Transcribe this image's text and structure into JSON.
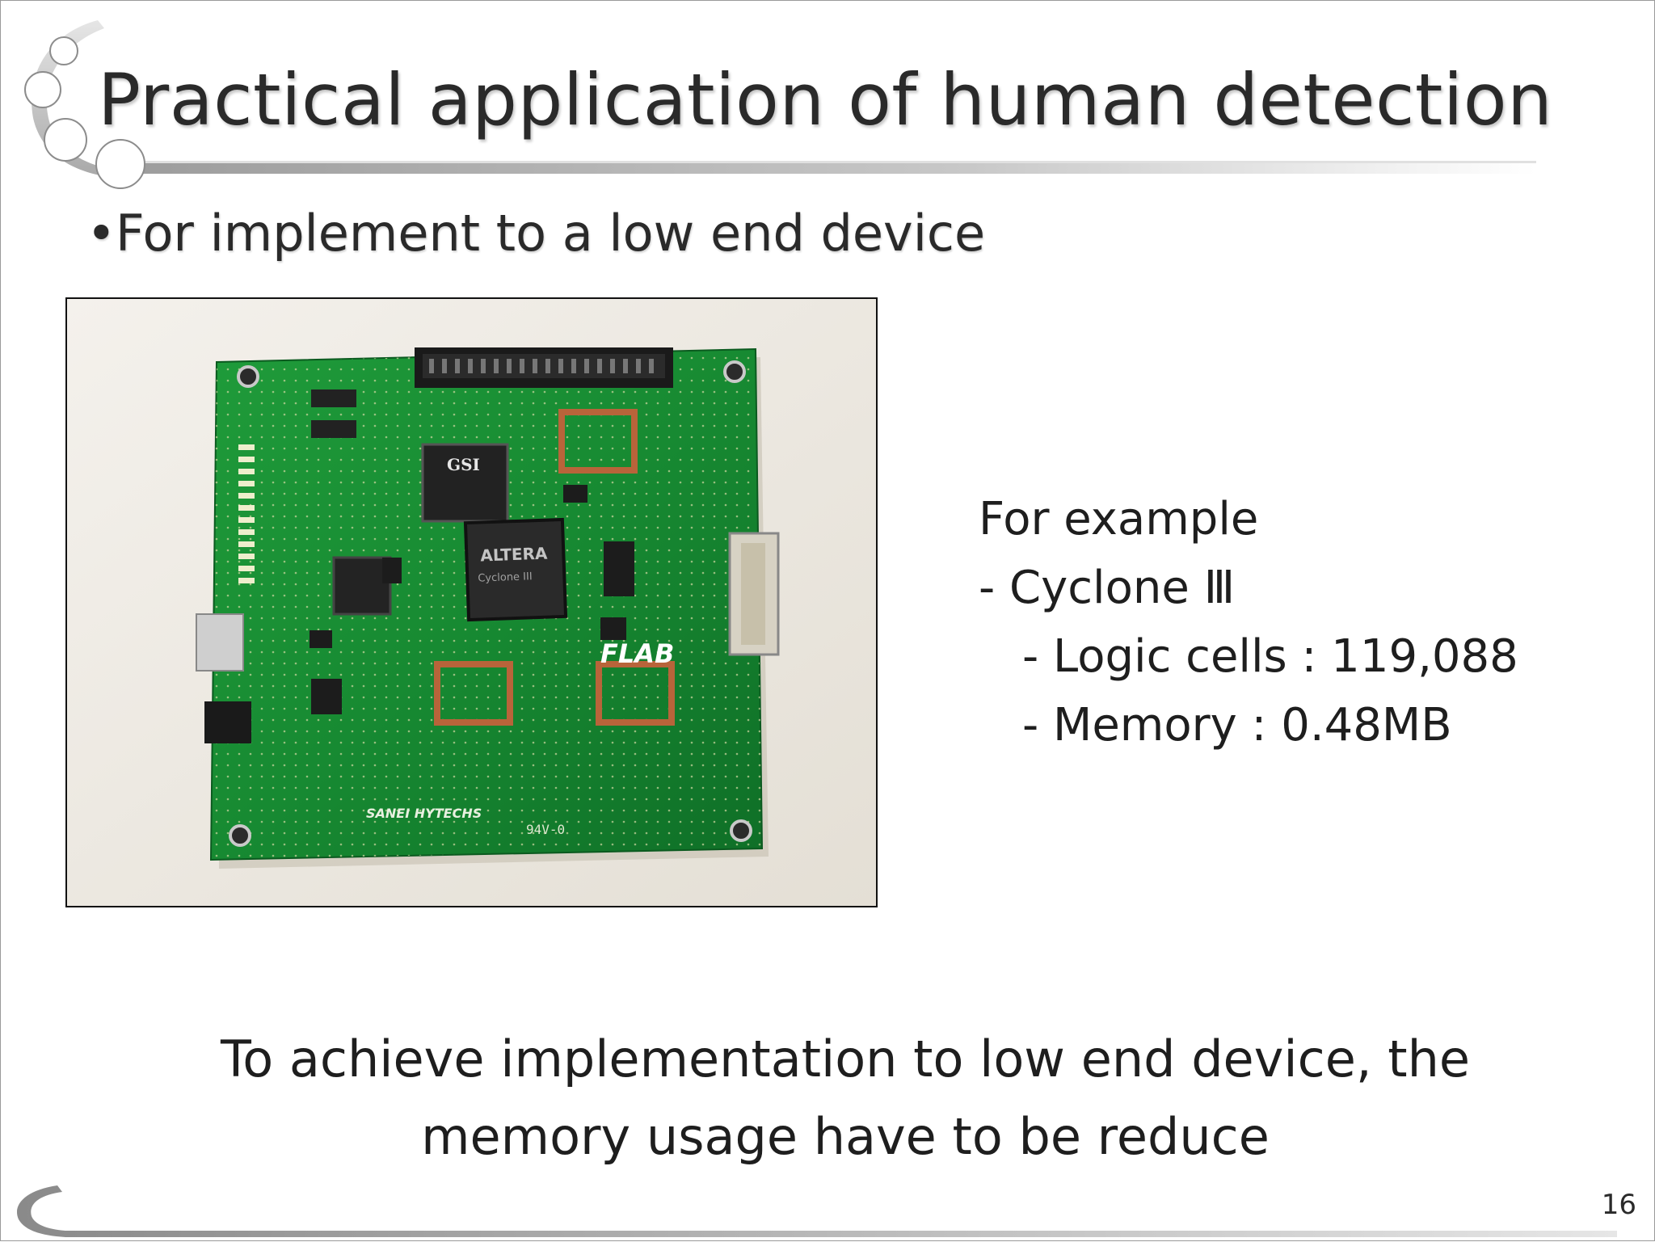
{
  "slide": {
    "title": "Practical application of human detection",
    "bullet": {
      "marker": "•",
      "text": "For implement to a low end device"
    },
    "image": {
      "icon": "fpga-board-photo",
      "chip_label": "ALTERA",
      "chip_sub": "Cyclone III",
      "logo_label": "FLAB",
      "ic_label": "GSI",
      "maker_label": "SANEI HYTECHS",
      "marking": "94V-0"
    },
    "spec": {
      "heading": "For example",
      "device": "- Cyclone Ⅲ",
      "logic_cells": "- Logic cells : 119,088",
      "memory": "- Memory : 0.48MB"
    },
    "conclusion_line1": "To achieve implementation to low end device, the",
    "conclusion_line2": "memory usage have to be reduce",
    "page_number": "16"
  }
}
